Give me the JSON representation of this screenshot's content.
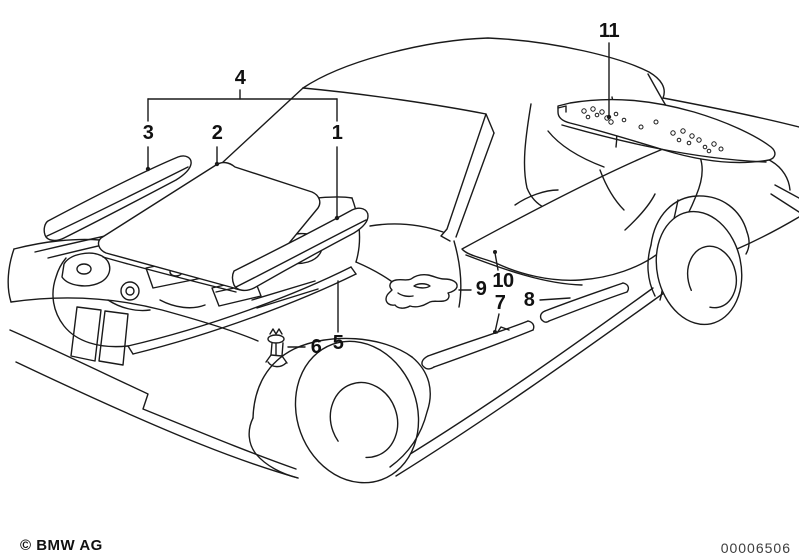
{
  "meta": {
    "background_color": "#ffffff",
    "line_color": "#1a1a1a",
    "footer_number_color": "#3d3d3d"
  },
  "footer": {
    "copyright": "© BMW AG",
    "drawing_number": "00006506"
  },
  "labels": [
    "1",
    "2",
    "3",
    "4",
    "5",
    "6",
    "7",
    "8",
    "9",
    "10",
    "11"
  ]
}
